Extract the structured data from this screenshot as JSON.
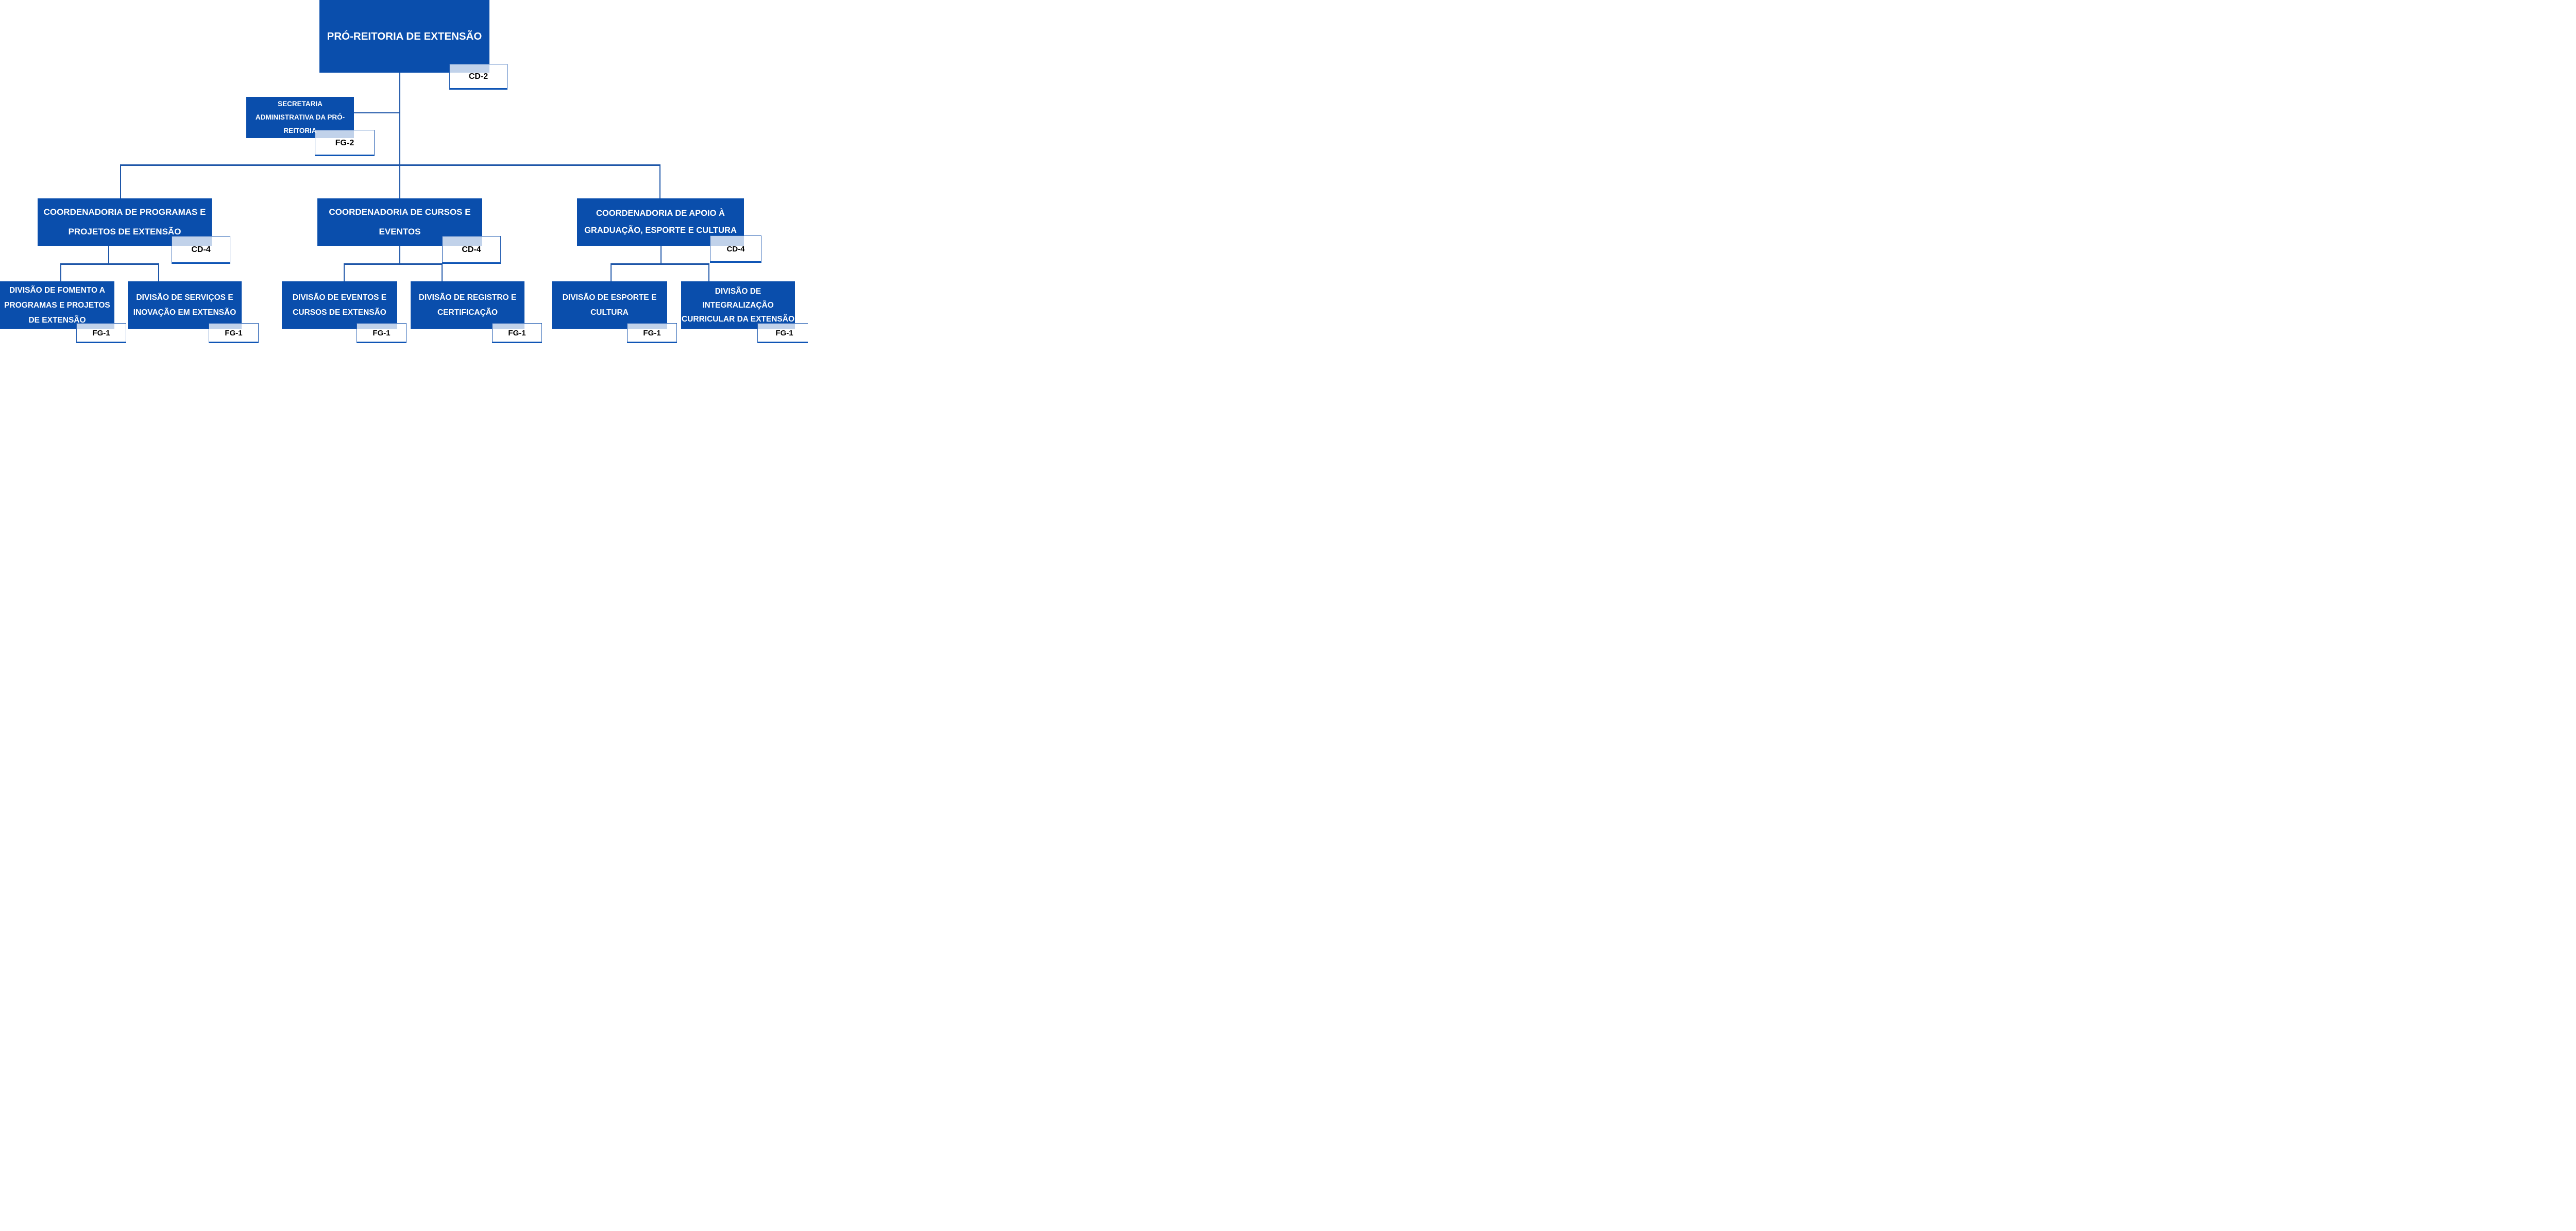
{
  "diagram": {
    "type": "org-chart",
    "language": "pt-BR",
    "colors": {
      "box_fill": "#0A4EAC",
      "box_text": "#FFFFFF",
      "connector": "#1E56A8",
      "badge_border": "#2A62B4",
      "badge_overlap_band": "#C2D2EA",
      "badge_text": "#000000"
    },
    "nodes": {
      "root": {
        "label": "PRÓ-REITORIA DE EXTENSÃO",
        "badge": "CD-2"
      },
      "secretaria": {
        "label": "SECRETARIA\nADMINISTRATIVA DA PRÓ-\nREITORIA",
        "badge": "FG-2"
      },
      "coord_programas": {
        "label": "COORDENADORIA DE PROGRAMAS E\nPROJETOS DE EXTENSÃO",
        "badge": "CD-4"
      },
      "coord_cursos": {
        "label": "COORDENADORIA DE CURSOS E\nEVENTOS",
        "badge": "CD-4"
      },
      "coord_apoio": {
        "label": "COORDENADORIA DE APOIO À\nGRADUAÇÃO, ESPORTE E CULTURA",
        "badge": "CD-4"
      },
      "div_fomento": {
        "label": "DIVISÃO DE FOMENTO A\nPROGRAMAS E PROJETOS\nDE EXTENSÃO",
        "badge": "FG-1"
      },
      "div_servicos": {
        "label": "DIVISÃO DE SERVIÇOS E\nINOVAÇÃO EM EXTENSÃO",
        "badge": "FG-1"
      },
      "div_eventos": {
        "label": "DIVISÃO DE EVENTOS E\nCURSOS DE EXTENSÃO",
        "badge": "FG-1"
      },
      "div_registro": {
        "label": "DIVISÃO DE REGISTRO E\nCERTIFICAÇÃO",
        "badge": "FG-1"
      },
      "div_esporte": {
        "label": "DIVISÃO DE ESPORTE E\nCULTURA",
        "badge": "FG-1"
      },
      "div_integralizacao": {
        "label": "DIVISÃO DE\nINTEGRALIZAÇÃO\nCURRICULAR DA EXTENSÃO",
        "badge": "FG-1"
      }
    }
  }
}
